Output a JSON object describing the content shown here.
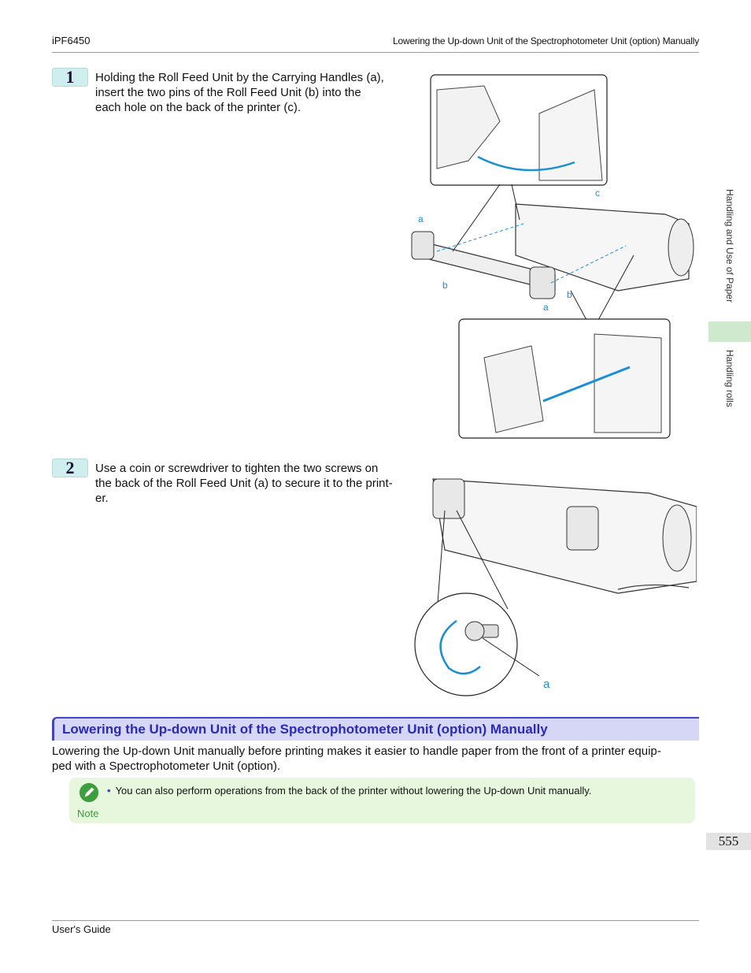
{
  "header": {
    "left": "iPF6450",
    "right": "Lowering the Up-down Unit of the Spectrophotometer Unit (option) Manually"
  },
  "sidebar": {
    "upper": "Handling and Use of Paper",
    "lower": "Handling rolls"
  },
  "steps": [
    {
      "number": "1",
      "text": "Holding the Roll Feed Unit by the Carrying Handles (a), insert the two pins of the Roll Feed Unit (b) into the each hole on the back of the printer (c).",
      "lines": [
        "Holding the Roll Feed Unit by the Carrying Handles (a),",
        "insert the two pins of the Roll Feed Unit (b) into the",
        "each hole on the back of the printer (c)."
      ],
      "figure_labels": {
        "a1": "a",
        "b1": "b",
        "c": "c",
        "a2": "a",
        "b2": "b"
      }
    },
    {
      "number": "2",
      "lines": [
        "Use a coin or screwdriver to tighten the two screws on",
        "the back of the Roll Feed Unit (a) to secure it to the print-",
        "er."
      ],
      "figure_labels": {
        "a": "a"
      }
    }
  ],
  "section": {
    "title": "Lowering the Up-down Unit of the Spectrophotometer Unit (option) Manually",
    "body_lines": [
      "Lowering the Up-down Unit manually before printing makes it easier to handle paper from the front of a printer equip-",
      "ped with a Spectrophotometer Unit (option)."
    ]
  },
  "note": {
    "label": "Note",
    "bullet": "•",
    "text": "You can also perform operations from the back of the printer without lowering the Up-down Unit manually."
  },
  "page_number": "555",
  "footer": "User's Guide",
  "colors": {
    "accent": "#4343c9",
    "label_blue": "#1a8fd6",
    "note_bg": "#e6f7dd",
    "step_badge": "#cfeeee"
  }
}
